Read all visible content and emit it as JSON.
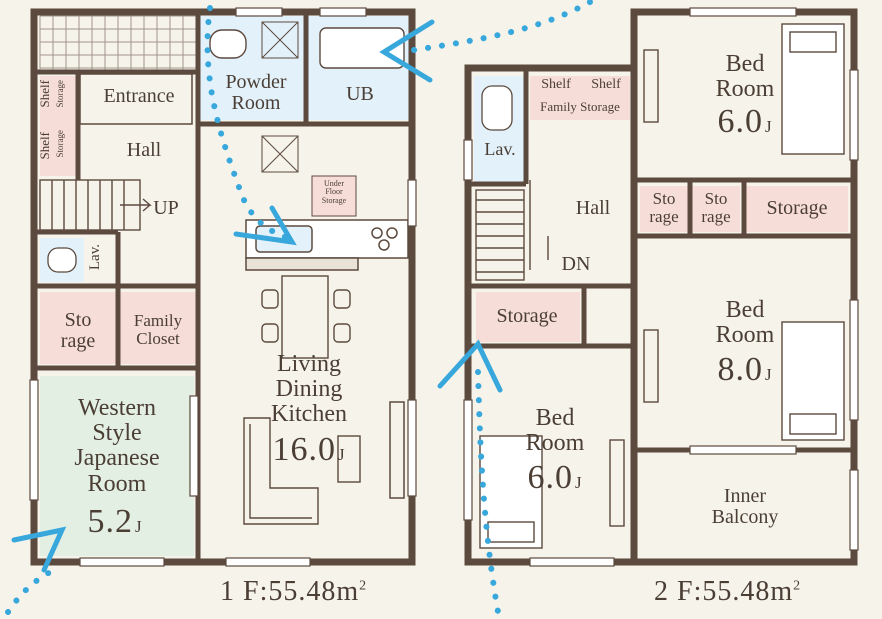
{
  "floor1": {
    "area_label": "1 F:55.48m",
    "rooms": {
      "entrance": "Entrance",
      "powder_room": [
        "Powder",
        "Room"
      ],
      "ub": "UB",
      "hall": "Hall",
      "up": "UP",
      "shelf": "Shelf",
      "storage_small": "Storage",
      "lav": "Lav.",
      "storage": [
        "Sto",
        "rage"
      ],
      "family_closet": [
        "Family",
        "Closet"
      ],
      "western_style": [
        "Western",
        "Style",
        "Japanese",
        "Room"
      ],
      "western_size": "5.2",
      "ldk": [
        "Living",
        "Dining",
        "Kitchen"
      ],
      "ldk_size": "16.0",
      "under_floor": [
        "Under",
        "Floor",
        "Storage"
      ]
    }
  },
  "floor2": {
    "area_label": "2 F:55.48m",
    "rooms": {
      "shelf": "Shelf",
      "family_storage": "Family Storage",
      "lav": "Lav.",
      "hall": "Hall",
      "dn": "DN",
      "storage": "Storage",
      "bed1": [
        "Bed",
        "Room"
      ],
      "bed1_size": "6.0",
      "storage_a": [
        "Sto",
        "rage"
      ],
      "storage_b": [
        "Sto",
        "rage"
      ],
      "storage_c": "Storage",
      "bed2": [
        "Bed",
        "Room"
      ],
      "bed2_size": "8.0",
      "bed3": [
        "Bed",
        "Room"
      ],
      "bed3_size": "6.0",
      "inner_balcony": [
        "Inner",
        "Balcony"
      ]
    }
  },
  "units": {
    "jo": "J",
    "squared": "2"
  },
  "colors": {
    "wall": "#5c4a3e",
    "wet_area": "#e3f1fa",
    "storage": "#f7ddd8",
    "tatami": "#e4efe3",
    "arrow": "#38a8dc",
    "text": "#4a3e35"
  }
}
